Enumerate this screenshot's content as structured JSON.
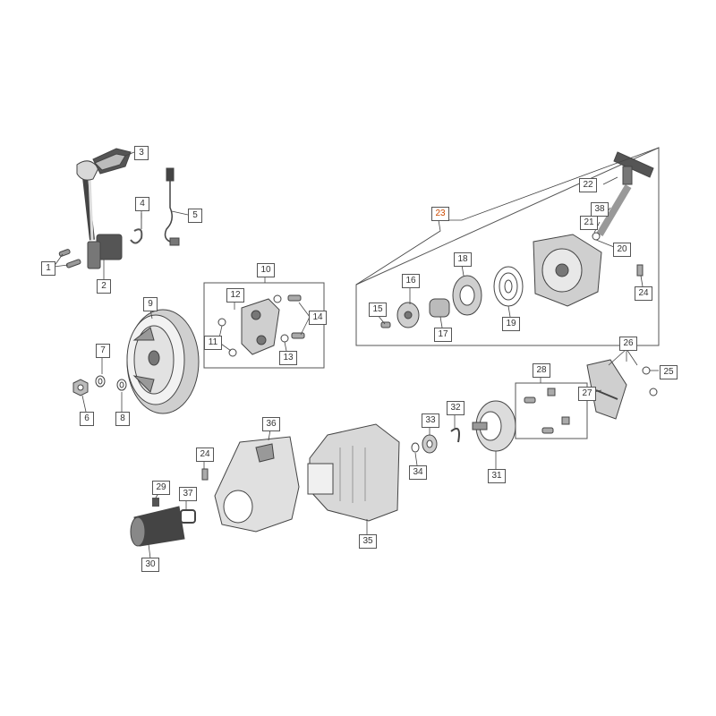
{
  "diagram": {
    "labels": [
      {
        "id": "1",
        "text": "1"
      },
      {
        "id": "2",
        "text": "2"
      },
      {
        "id": "3",
        "text": "3"
      },
      {
        "id": "4",
        "text": "4"
      },
      {
        "id": "5",
        "text": "5"
      },
      {
        "id": "6",
        "text": "6"
      },
      {
        "id": "7",
        "text": "7"
      },
      {
        "id": "8",
        "text": "8"
      },
      {
        "id": "9",
        "text": "9"
      },
      {
        "id": "10",
        "text": "10"
      },
      {
        "id": "11",
        "text": "11"
      },
      {
        "id": "12",
        "text": "12"
      },
      {
        "id": "13",
        "text": "13"
      },
      {
        "id": "14",
        "text": "14"
      },
      {
        "id": "15",
        "text": "15"
      },
      {
        "id": "16",
        "text": "16"
      },
      {
        "id": "17",
        "text": "17"
      },
      {
        "id": "18",
        "text": "18"
      },
      {
        "id": "19",
        "text": "19"
      },
      {
        "id": "20",
        "text": "20"
      },
      {
        "id": "21",
        "text": "21"
      },
      {
        "id": "22",
        "text": "22"
      },
      {
        "id": "23",
        "text": "23"
      },
      {
        "id": "24a",
        "text": "24"
      },
      {
        "id": "24b",
        "text": "24"
      },
      {
        "id": "25",
        "text": "25"
      },
      {
        "id": "26",
        "text": "26"
      },
      {
        "id": "27",
        "text": "27"
      },
      {
        "id": "28",
        "text": "28"
      },
      {
        "id": "29",
        "text": "29"
      },
      {
        "id": "30",
        "text": "30"
      },
      {
        "id": "31",
        "text": "31"
      },
      {
        "id": "32",
        "text": "32"
      },
      {
        "id": "33",
        "text": "33"
      },
      {
        "id": "34",
        "text": "34"
      },
      {
        "id": "35",
        "text": "35"
      },
      {
        "id": "36",
        "text": "36"
      },
      {
        "id": "37",
        "text": "37"
      },
      {
        "id": "38",
        "text": "38"
      }
    ],
    "highlight_color": "#cc4a00",
    "line_color": "#444444"
  }
}
